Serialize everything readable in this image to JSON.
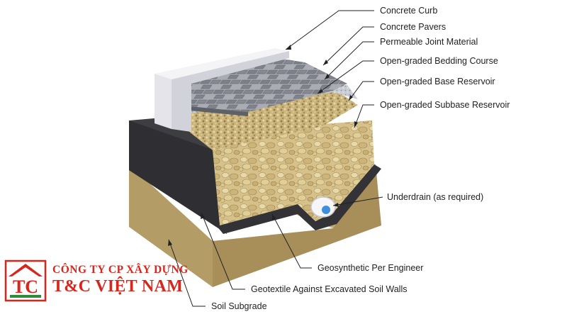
{
  "labels": {
    "concrete_curb": "Concrete Curb",
    "concrete_pavers": "Concrete Pavers",
    "permeable_joint": "Permeable Joint Material",
    "bedding_course": "Open-graded Bedding Course",
    "base_reservoir": "Open-graded Base Reservoir",
    "subbase_reservoir": "Open-graded Subbase Reservoir",
    "underdrain": "Underdrain (as required)",
    "geosynthetic": "Geosynthetic Per Engineer",
    "geotextile": "Geotextile Against Excavated Soil Walls",
    "soil_subgrade": "Soil Subgrade"
  },
  "logo": {
    "line1": "CÔNG TY CP XÂY DỰNG",
    "line2": "T&C VIỆT NAM",
    "mark_letters": "TC"
  },
  "colors": {
    "soil": "#b59d66",
    "liner": "#3a3a3e",
    "gravel": "#d9c58f",
    "curb": "#ececf0",
    "pavers": "#7b7e86",
    "brand_red": "#d8261d"
  }
}
